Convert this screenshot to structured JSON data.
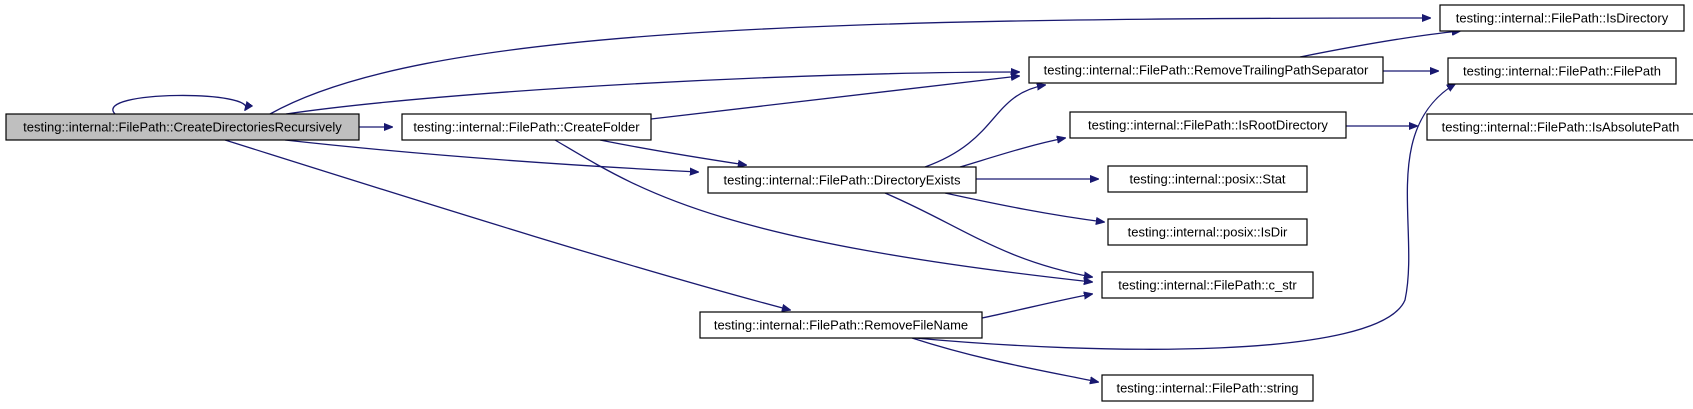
{
  "colors": {
    "edge": "#191970",
    "node_fill": "#ffffff",
    "node_border": "#000000",
    "root_fill": "#bfbfbf"
  },
  "nodes": [
    {
      "id": "create_dirs",
      "label": "testing::internal::FilePath::CreateDirectoriesRecursively",
      "root": true
    },
    {
      "id": "create_folder",
      "label": "testing::internal::FilePath::CreateFolder"
    },
    {
      "id": "dir_exists",
      "label": "testing::internal::FilePath::DirectoryExists"
    },
    {
      "id": "remove_file_name",
      "label": "testing::internal::FilePath::RemoveFileName"
    },
    {
      "id": "remove_trailing",
      "label": "testing::internal::FilePath::RemoveTrailingPathSeparator"
    },
    {
      "id": "is_root_dir",
      "label": "testing::internal::FilePath::IsRootDirectory"
    },
    {
      "id": "posix_stat",
      "label": "testing::internal::posix::Stat"
    },
    {
      "id": "posix_isdir",
      "label": "testing::internal::posix::IsDir"
    },
    {
      "id": "c_str",
      "label": "testing::internal::FilePath::c_str"
    },
    {
      "id": "string",
      "label": "testing::internal::FilePath::string"
    },
    {
      "id": "is_directory",
      "label": "testing::internal::FilePath::IsDirectory"
    },
    {
      "id": "filepath_ctor",
      "label": "testing::internal::FilePath::FilePath"
    },
    {
      "id": "is_absolute",
      "label": "testing::internal::FilePath::IsAbsolutePath"
    }
  ],
  "edges": [
    {
      "from": "create_dirs",
      "to": "create_dirs"
    },
    {
      "from": "create_dirs",
      "to": "is_directory"
    },
    {
      "from": "create_dirs",
      "to": "remove_trailing"
    },
    {
      "from": "create_dirs",
      "to": "create_folder"
    },
    {
      "from": "create_dirs",
      "to": "dir_exists"
    },
    {
      "from": "create_dirs",
      "to": "remove_file_name"
    },
    {
      "from": "create_folder",
      "to": "remove_trailing"
    },
    {
      "from": "create_folder",
      "to": "dir_exists"
    },
    {
      "from": "create_folder",
      "to": "c_str"
    },
    {
      "from": "dir_exists",
      "to": "remove_trailing"
    },
    {
      "from": "dir_exists",
      "to": "is_root_dir"
    },
    {
      "from": "dir_exists",
      "to": "posix_stat"
    },
    {
      "from": "dir_exists",
      "to": "posix_isdir"
    },
    {
      "from": "dir_exists",
      "to": "c_str"
    },
    {
      "from": "remove_trailing",
      "to": "is_directory"
    },
    {
      "from": "remove_trailing",
      "to": "filepath_ctor"
    },
    {
      "from": "is_root_dir",
      "to": "is_absolute"
    },
    {
      "from": "remove_file_name",
      "to": "c_str"
    },
    {
      "from": "remove_file_name",
      "to": "filepath_ctor"
    },
    {
      "from": "remove_file_name",
      "to": "string"
    }
  ]
}
